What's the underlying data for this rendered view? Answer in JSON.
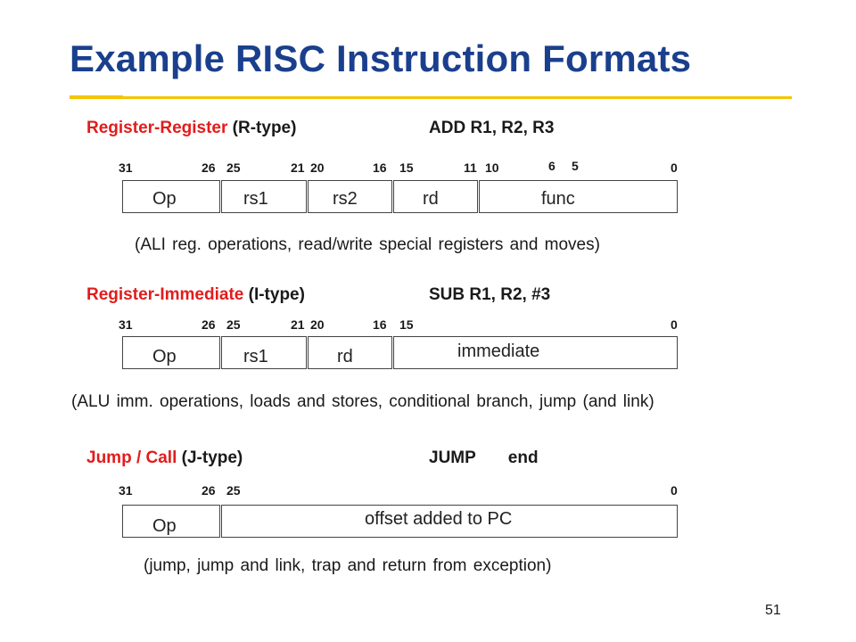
{
  "slide": {
    "title": "Example RISC Instruction Formats",
    "page_number": "51",
    "accent_color": "#f3c400",
    "title_color": "#1a3f8c",
    "highlight_color": "#e21c1c"
  },
  "r_type": {
    "name": "Register-Register",
    "tag": "(R-type)",
    "example_op": "ADD R1, R2, R3",
    "bits": [
      "31",
      "26",
      "25",
      "21",
      "20",
      "16",
      "15",
      "11",
      "10",
      "6",
      "5",
      "0"
    ],
    "fields": [
      "Op",
      "rs1",
      "rs2",
      "rd",
      "func"
    ],
    "note": "(ALI  reg. operations, read/write special registers and moves)"
  },
  "i_type": {
    "name": "Register-Immediate",
    "tag": "(I-type)",
    "example_op": "SUB R1, R2, #3",
    "bits": [
      "31",
      "26",
      "25",
      "21",
      "20",
      "16",
      "15",
      "0"
    ],
    "fields": [
      "Op",
      "rs1",
      "rd",
      "immediate"
    ],
    "note": "(ALU  imm. operations, loads and stores, conditional branch, jump (and link)"
  },
  "j_type": {
    "name": "Jump / Call",
    "tag": "(J-type)",
    "example_op": "JUMP",
    "example_arg": "end",
    "bits": [
      "31",
      "26",
      "25",
      "0"
    ],
    "fields": [
      "Op",
      "offset added to PC"
    ],
    "note": "(jump, jump and link, trap and return from exception)"
  }
}
